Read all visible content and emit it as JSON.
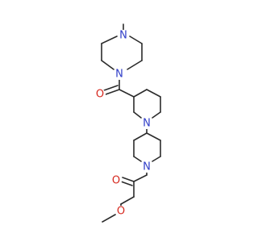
{
  "molecule": {
    "colors": {
      "bond": "#2b2b2b",
      "nitrogen": "#2f3dc8",
      "oxygen": "#d6281e",
      "background": "#ffffff"
    },
    "atoms": {
      "n_piperazine_methyl": "N",
      "n_piperazine_amide": "N",
      "o_amide_top": "O",
      "n_piperidine_top": "N",
      "n_piperidine_bottom": "N",
      "o_amide_bottom": "O",
      "o_methoxy": "O"
    }
  }
}
